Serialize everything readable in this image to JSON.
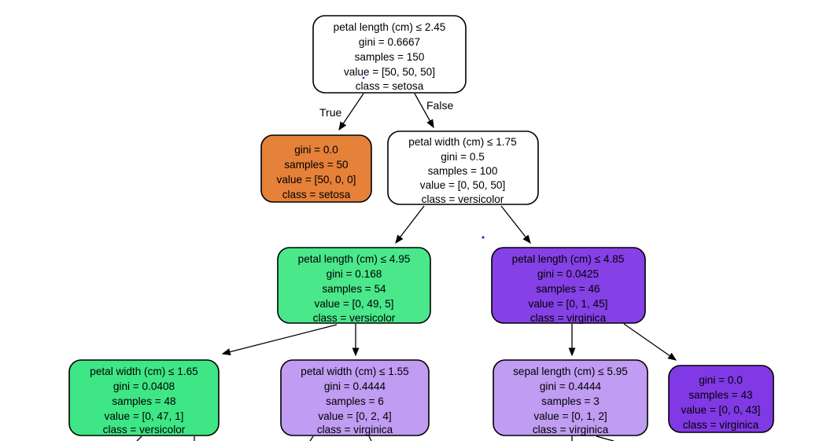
{
  "diagram": {
    "type": "decision-tree",
    "dataset": "iris",
    "edge_labels": {
      "true": "True",
      "false": "False"
    },
    "colors": {
      "background": "#ffffff",
      "node_border": "#000000",
      "edge": "#000000",
      "setosa_orange": "#e58139",
      "versicolor_green": "#3fe685",
      "versicolor_green_light": "#4ae78b",
      "virginica_purple": "#8139e5",
      "virginica_purple_mid": "#8540e6",
      "virginica_purple_light": "#c09cf2",
      "stray_dot_blue": "#3434d6"
    },
    "nodes": [
      {
        "id": "root",
        "fill": "#ffffff",
        "lines": [
          "petal length (cm) ≤ 2.45",
          "gini = 0.6667",
          "samples = 150",
          "value = [50, 50, 50]",
          "class = setosa"
        ]
      },
      {
        "id": "setosa-leaf",
        "fill": "#e58139",
        "lines": [
          "gini = 0.0",
          "samples = 50",
          "value = [50, 0, 0]",
          "class = setosa"
        ]
      },
      {
        "id": "petal-width-175",
        "fill": "#ffffff",
        "lines": [
          "petal width (cm) ≤ 1.75",
          "gini = 0.5",
          "samples = 100",
          "value = [0, 50, 50]",
          "class = versicolor"
        ]
      },
      {
        "id": "petal-length-495",
        "fill": "#4ae78b",
        "lines": [
          "petal length (cm) ≤ 4.95",
          "gini = 0.168",
          "samples = 54",
          "value = [0, 49, 5]",
          "class = versicolor"
        ]
      },
      {
        "id": "petal-length-485",
        "fill": "#8540e6",
        "lines": [
          "petal length (cm) ≤ 4.85",
          "gini = 0.0425",
          "samples = 46",
          "value = [0, 1, 45]",
          "class = virginica"
        ]
      },
      {
        "id": "petal-width-165",
        "fill": "#3fe685",
        "lines": [
          "petal width (cm) ≤ 1.65",
          "gini = 0.0408",
          "samples = 48",
          "value = [0, 47, 1]",
          "class = versicolor"
        ]
      },
      {
        "id": "petal-width-155",
        "fill": "#c09cf2",
        "lines": [
          "petal width (cm) ≤ 1.55",
          "gini = 0.4444",
          "samples = 6",
          "value = [0, 2, 4]",
          "class = virginica"
        ]
      },
      {
        "id": "sepal-length-595",
        "fill": "#c09cf2",
        "lines": [
          "sepal length (cm) ≤ 5.95",
          "gini = 0.4444",
          "samples = 3",
          "value = [0, 1, 2]",
          "class = virginica"
        ]
      },
      {
        "id": "virginica-leaf",
        "fill": "#8139e5",
        "lines": [
          "gini = 0.0",
          "samples = 43",
          "value = [0, 0, 43]",
          "class = virginica"
        ]
      }
    ]
  }
}
